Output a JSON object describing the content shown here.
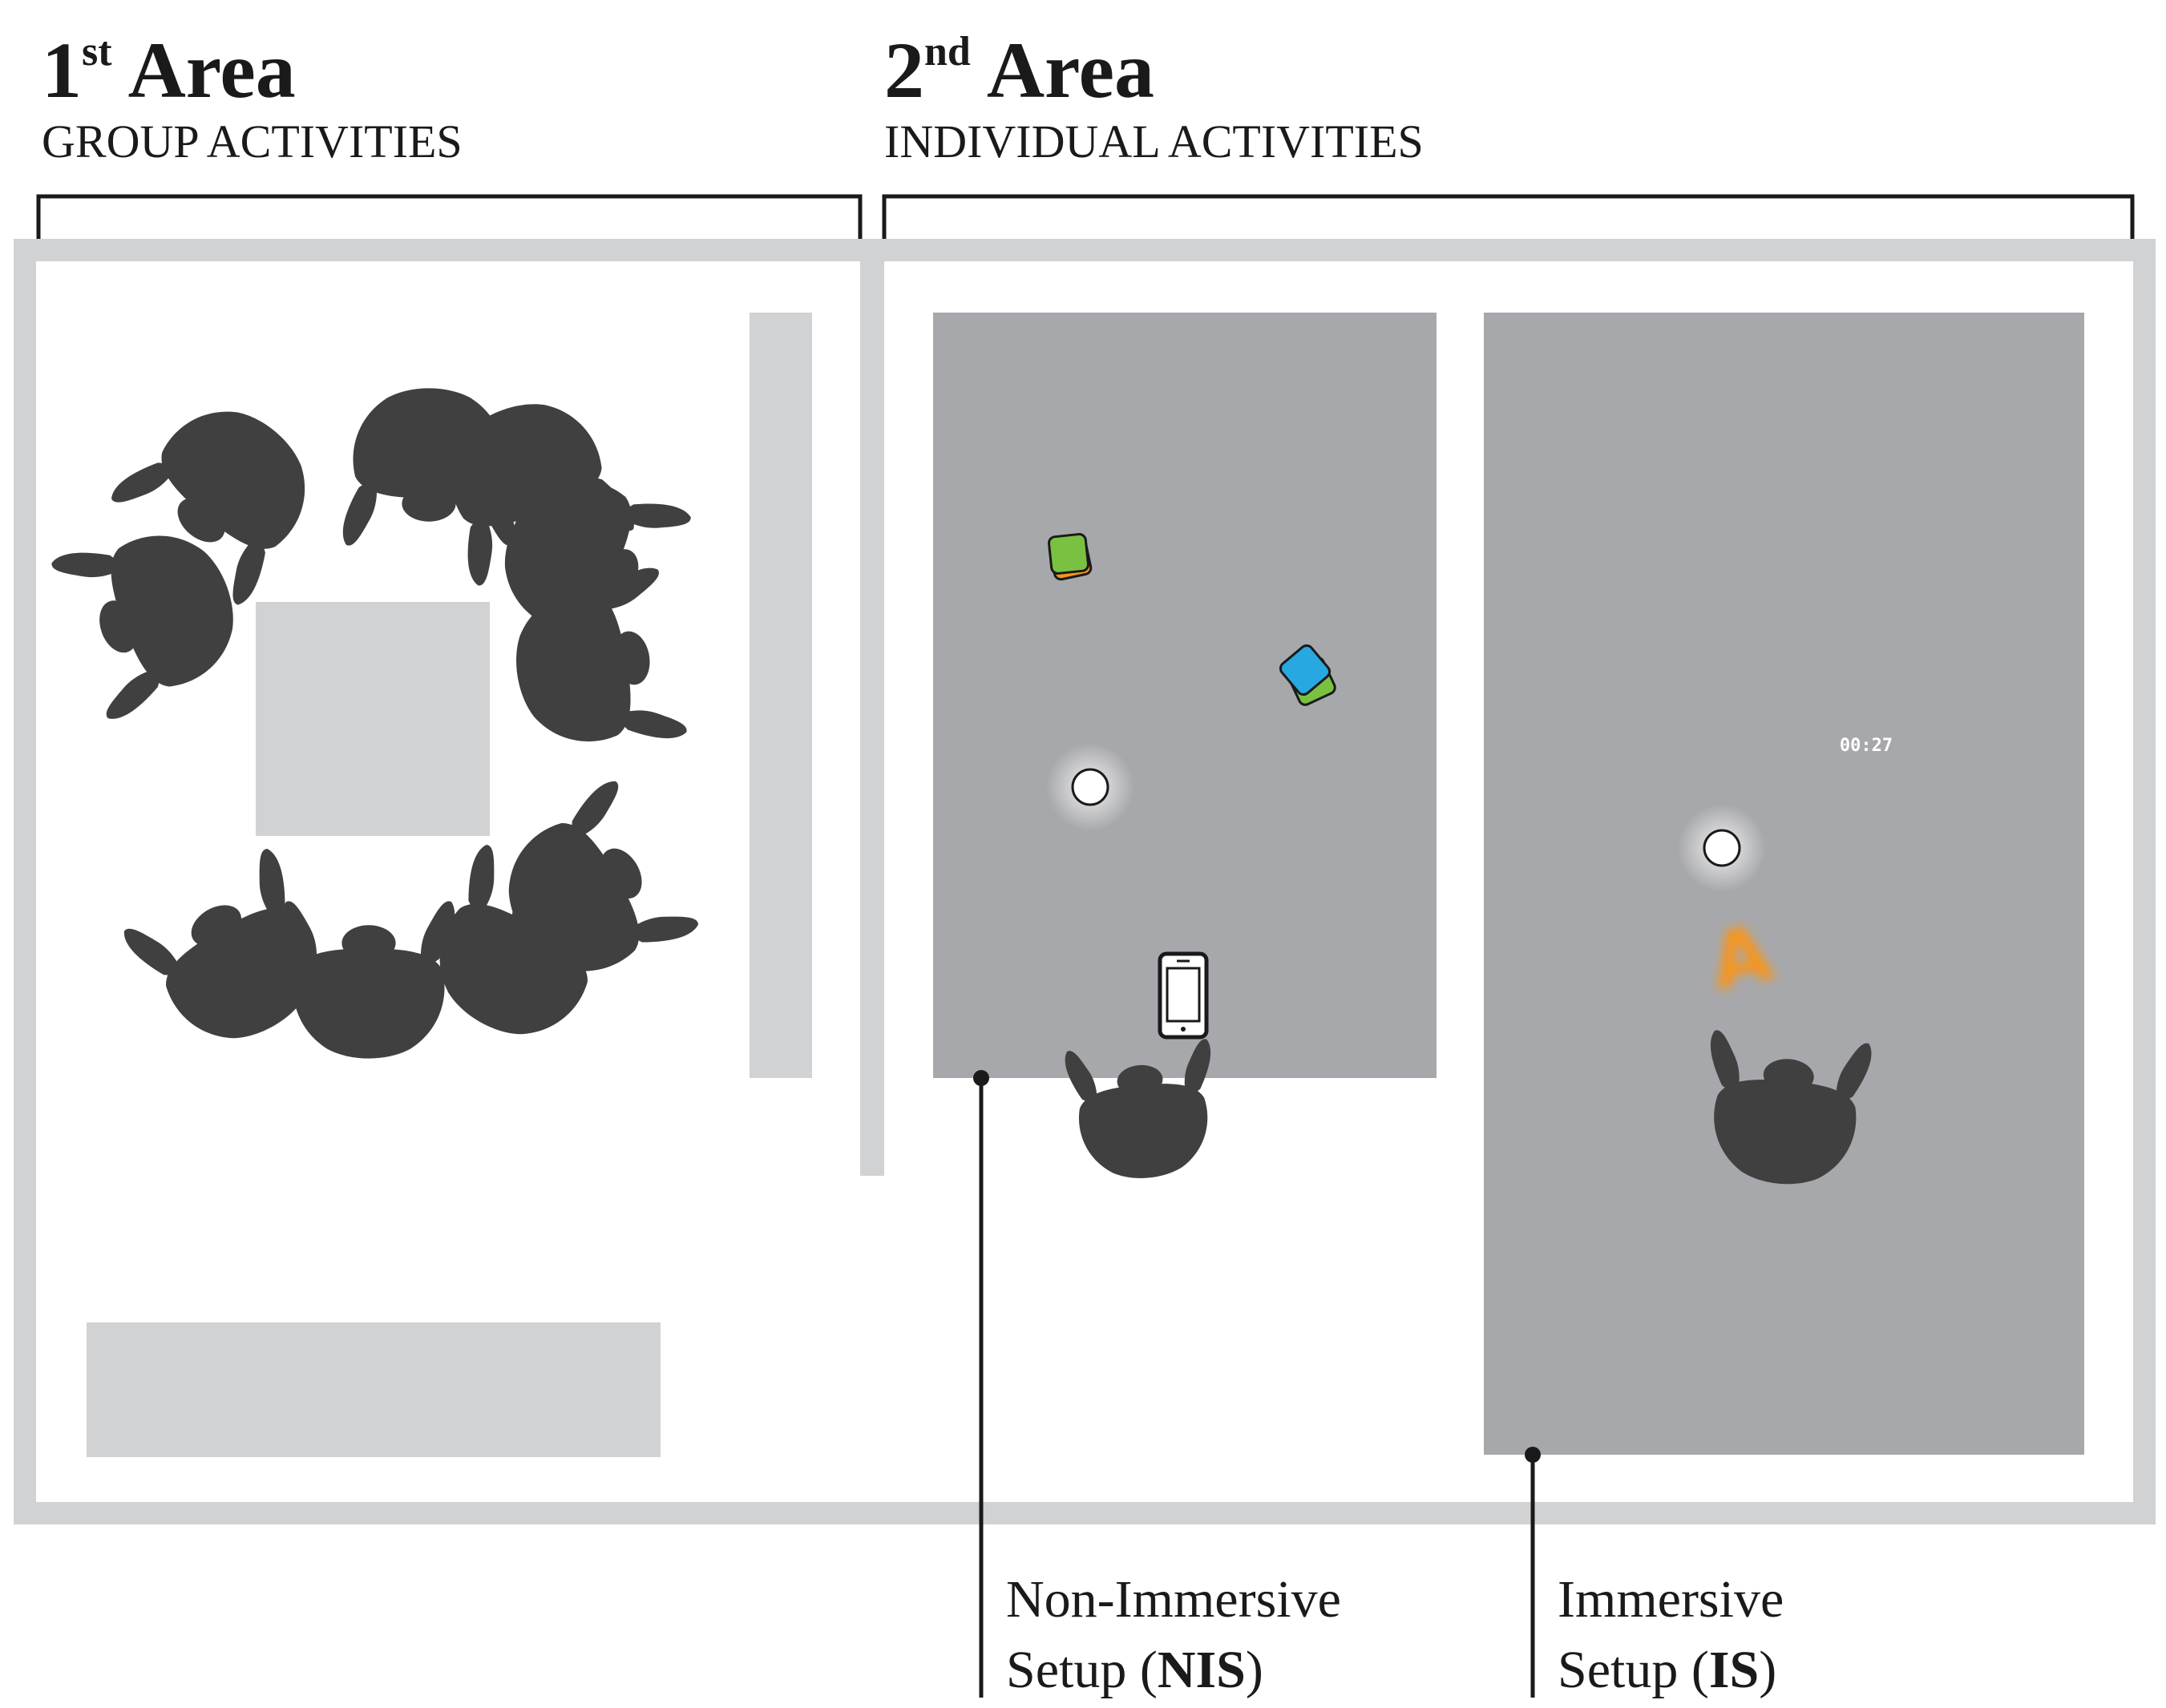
{
  "areas": [
    {
      "ordinal": "1",
      "ordinal_suffix": "st",
      "word": "Area",
      "subtitle": "GROUP ACTIVITIES"
    },
    {
      "ordinal": "2",
      "ordinal_suffix": "nd",
      "word": "Area",
      "subtitle": "INDIVIDUAL ACTIVITIES"
    }
  ],
  "setups": [
    {
      "line1": "Non-Immersive",
      "line2_prefix": "Setup (",
      "abbrev": "NIS",
      "line2_suffix": ")"
    },
    {
      "line1": "Immersive",
      "line2_prefix": "Setup (",
      "abbrev": "IS",
      "line2_suffix": ")"
    }
  ],
  "timer": "00:27",
  "projected_letter": "A",
  "colors": {
    "wall": "#d1d2d4",
    "furniture": "#d1d2d4",
    "projection": "#a7a8ab",
    "person": "#404040",
    "card_green": "#7ac142",
    "card_blue": "#27a8e0",
    "letter_orange": "#f7941d",
    "line": "#1a1a1a"
  },
  "icons": [
    "person-topview-icon",
    "smartphone-icon",
    "ball-icon",
    "card-stack-icon"
  ]
}
